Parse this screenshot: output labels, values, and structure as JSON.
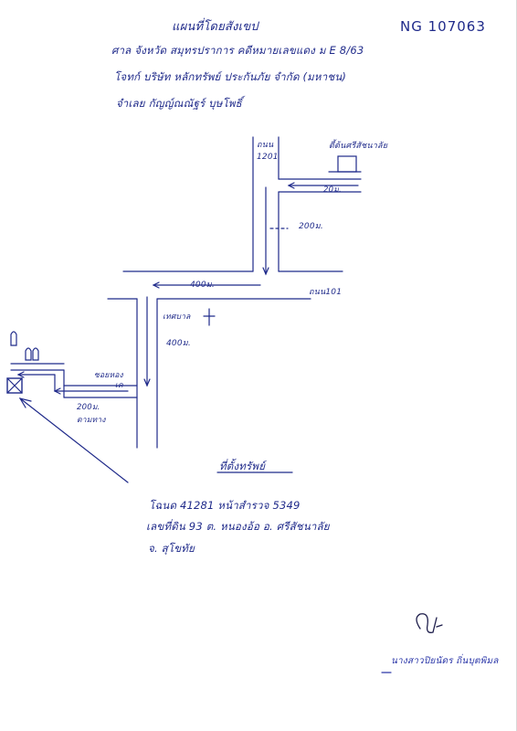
{
  "header": {
    "title": "แผนที่โดยสังเขป",
    "doc_no": "NG 107063",
    "line1": "ศาล จังหวัด สมุทรปราการ   คดีหมายเลขแดง ม E 8/63",
    "line2": "โจทก์   บริษัท หลักทรัพย์ ประกันภัย จำกัด (มหาชน)",
    "line3": "จำเลย   กัญญ์ณณัฐร์   บุษโพธิ์"
  },
  "map": {
    "road_1201": "ถนน\n1201",
    "road_1201_top": "ถนน",
    "road_1201_num": "1201",
    "landmark_top": "ตี้ต้นศรีสัชนาลัย",
    "dist_top": "20ม.",
    "dist_200": "200ม.",
    "dist_400_h": "400ม.",
    "road_101": "ถนน101",
    "municipality": "เทศบาล",
    "dist_400_v": "400ม.",
    "soi_top": "ซอยหอง",
    "soi_bottom": "เค",
    "dist_200b": "200ม.",
    "along_road": "ตามทาง"
  },
  "owner": {
    "heading": "ที่ตั้งทรัพย์",
    "deed_line": "โฉนด   41281    หน้าสำรวจ   5349",
    "location_line": "เลขที่ดิน  93    ต. หนองอ้อ    อ. ศรีสัชนาลัย",
    "province_line": "จ. สุโขทัย"
  },
  "signature": {
    "name": "นางสาวปิยนัดร ถิ่นบุตพิมล"
  },
  "colors": {
    "ink": "#1f2a8a",
    "paper": "#ffffff"
  }
}
